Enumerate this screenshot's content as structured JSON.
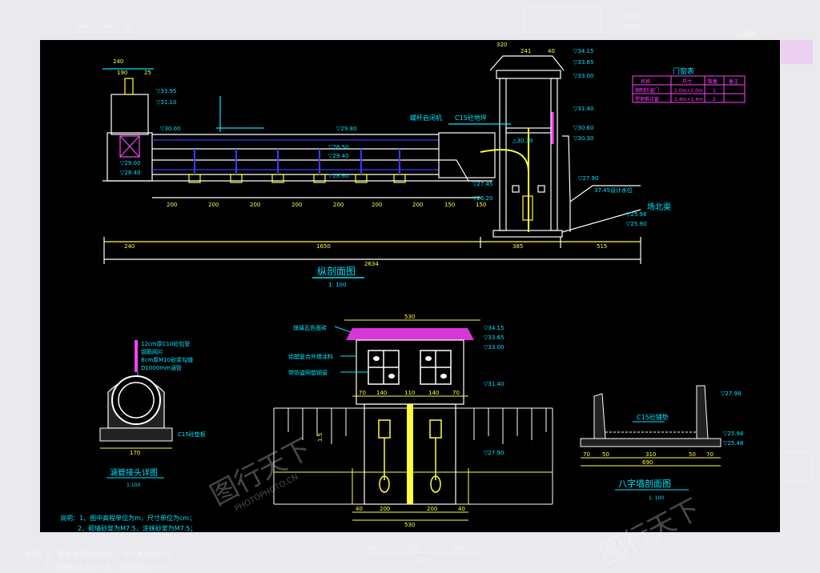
{
  "colors": {
    "background": "#000000",
    "page": "#e9e9ee",
    "structure": "#ffffff",
    "cyan": "#00e5ff",
    "yellow": "#ffff40",
    "magenta": "#ff40ff",
    "blue": "#3a3aff"
  },
  "profile_view": {
    "title": "纵剖面图",
    "scale": "1: 100",
    "top_dims": [
      "240",
      "190",
      "25"
    ],
    "tower_top_dims": [
      "320",
      "241",
      "40"
    ],
    "levels": {
      "l1": "▽33.95",
      "l2": "▽31.10",
      "l3": "▽30.00",
      "l4": "▽29.80",
      "l5": "▽28.50",
      "l6": "▽29.40",
      "l7": "▽29.00",
      "l8": "▽28.60",
      "l9": "▽28.40",
      "t1": "▽34.15",
      "t2": "▽33.65",
      "t3": "▽33.00",
      "t4": "▽31.40",
      "t5": "▽30.60",
      "t6": "▽30.30",
      "t7": "▽27.90",
      "t8": "▽25.98",
      "t9": "▽25.90",
      "t10": "▽27.45",
      "t11": "▽26.20"
    },
    "callouts": {
      "hoist": "螺杆启闭机",
      "slab": "C15砼地坪",
      "angle": "△30.30",
      "note": "37.45设计水位",
      "canal": "场北渠"
    },
    "bottom_dims": [
      "200",
      "200",
      "200",
      "200",
      "200",
      "200",
      "200",
      "150",
      "150"
    ],
    "totals": [
      "240",
      "1650",
      "2634",
      "385",
      "515"
    ]
  },
  "door_table": {
    "title": "门窗表",
    "headers": [
      "名称",
      "尺寸",
      "数量",
      "备注"
    ],
    "rows": [
      [
        "钢制防盗门",
        "1.0m×2.0m",
        "1",
        ""
      ],
      [
        "塑钢推拉窗",
        "1.4m×1.4m",
        "2",
        ""
      ]
    ]
  },
  "pipe_detail": {
    "notes": [
      "12cm厚C10砼包管",
      "钢筋网片",
      "8cm厚M10砂浆勾缝",
      "D1000mm涵管"
    ],
    "base_label": "C15砼垫板",
    "title": "涵管接头详图",
    "scale": "1:100",
    "width_dim": "170"
  },
  "elevation": {
    "top_dim": "530",
    "labels": [
      "琉璃瓦色面砖",
      "铝塑复合外墙涂料",
      "带防盗网塑钢窗"
    ],
    "window_dims": [
      "70",
      "140",
      "110",
      "140",
      "70"
    ],
    "side_level": "▽31.40",
    "levels_top": [
      "▽34.15",
      "▽33.65",
      "▽33.00"
    ],
    "level_low": "▽27.90",
    "bottom_dims": [
      "40",
      "200",
      "200",
      "40"
    ],
    "bottom_total": "530",
    "left_dim": "1.5"
  },
  "wing_wall": {
    "title": "八字墙剖面图",
    "scale": "1: 100",
    "slab_label": "C15砼铺垫",
    "levels": [
      "▽27.98",
      "▽25.98",
      "▽25.48"
    ],
    "dims": [
      "70",
      "50",
      "310",
      "50",
      "70"
    ],
    "total": "690"
  },
  "notes": {
    "line1": "说明：1、图中高程单位为m，尺寸单位为cm；",
    "line2": "2、砌墙砂浆为M7.5，涂抹砂浆为M7.5；"
  },
  "watermark": {
    "brand": "图行天下",
    "sub": "PHOTOPHOTO.CN"
  },
  "ghost": {
    "right_labels": [
      "门窗表",
      "▽34.15",
      "▽33.65"
    ],
    "top_dims": [
      "240",
      "190",
      "25"
    ],
    "bottom_note1": "说明：1、图中高程单位为m，尺寸单位为cm;",
    "bottom_note2": "2、砌墙砂浆为M7.5，涂抹砂浆为M7.5；",
    "bottom_dims": [
      "40",
      "200",
      "200",
      "40",
      "530"
    ]
  }
}
